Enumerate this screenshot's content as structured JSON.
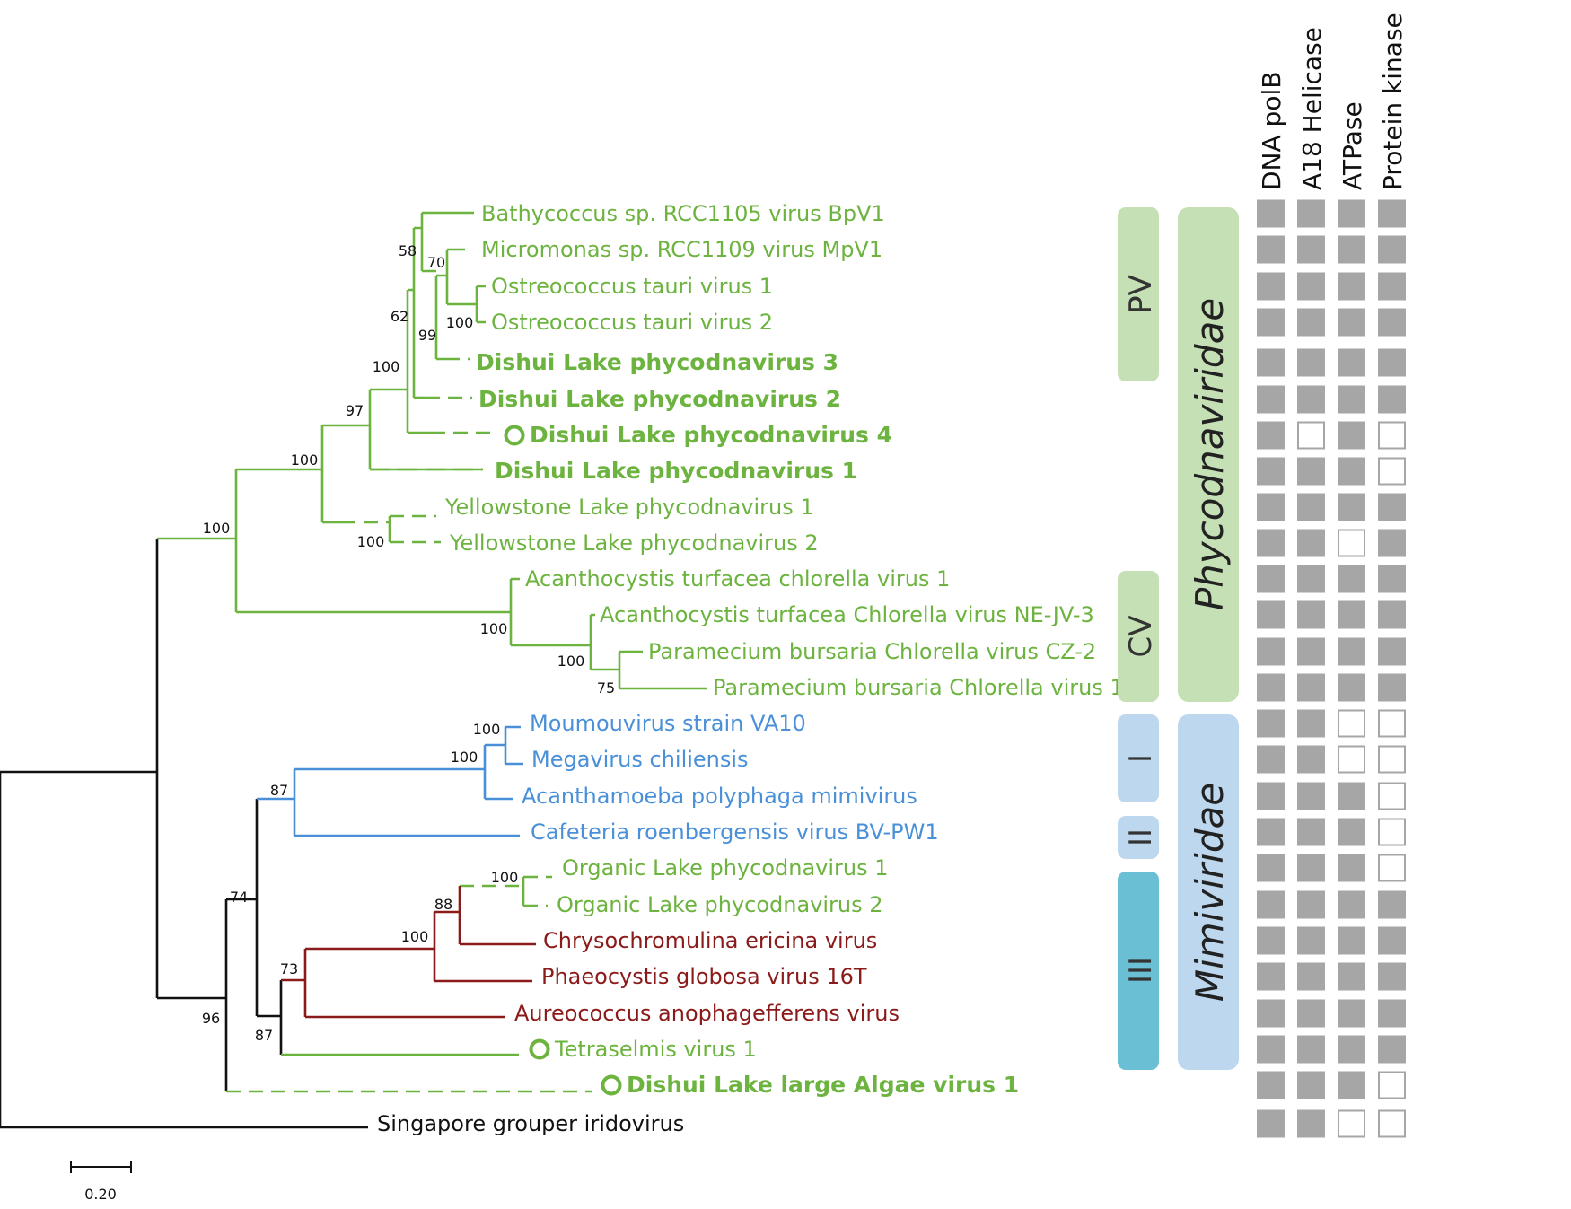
{
  "colors": {
    "phyco": "#6db33f",
    "mimi": "#4a90d9",
    "prym": "#8b1a1a",
    "black": "#111111",
    "pv_box": "#c5e0b4",
    "mimi_box": "#bdd7ee",
    "group3_box": "#6bbfd4",
    "filled_cell": "#a6a6a6",
    "empty_stroke": "#a6a6a6"
  },
  "columns": [
    "DNA polB",
    "A18 Helicase",
    "ATPase",
    "Protein kinase"
  ],
  "leaves": [
    {
      "name": "Bathycoccus sp. RCC1105 virus BpV1",
      "color": "phyco",
      "bold": false,
      "marker": false,
      "genes": [
        1,
        1,
        1,
        1
      ]
    },
    {
      "name": "Micromonas sp. RCC1109 virus MpV1",
      "color": "phyco",
      "bold": false,
      "marker": false,
      "genes": [
        1,
        1,
        1,
        1
      ]
    },
    {
      "name": "Ostreococcus tauri virus 1",
      "color": "phyco",
      "bold": false,
      "marker": false,
      "genes": [
        1,
        1,
        1,
        1
      ]
    },
    {
      "name": "Ostreococcus tauri virus 2",
      "color": "phyco",
      "bold": false,
      "marker": false,
      "genes": [
        1,
        1,
        1,
        1
      ]
    },
    {
      "name": "Dishui Lake phycodnavirus 3",
      "color": "phyco",
      "bold": true,
      "marker": false,
      "genes": [
        1,
        1,
        1,
        1
      ]
    },
    {
      "name": "Dishui Lake phycodnavirus 2",
      "color": "phyco",
      "bold": true,
      "marker": false,
      "genes": [
        1,
        1,
        1,
        1
      ]
    },
    {
      "name": "Dishui Lake phycodnavirus 4",
      "color": "phyco",
      "bold": true,
      "marker": true,
      "genes": [
        1,
        0,
        1,
        0
      ]
    },
    {
      "name": "Dishui Lake phycodnavirus 1",
      "color": "phyco",
      "bold": true,
      "marker": false,
      "genes": [
        1,
        1,
        1,
        0
      ]
    },
    {
      "name": "Yellowstone Lake phycodnavirus 1",
      "color": "phyco",
      "bold": false,
      "marker": false,
      "genes": [
        1,
        1,
        1,
        1
      ]
    },
    {
      "name": "Yellowstone Lake phycodnavirus 2",
      "color": "phyco",
      "bold": false,
      "marker": false,
      "genes": [
        1,
        1,
        0,
        1
      ]
    },
    {
      "name": "Acanthocystis turfacea chlorella virus 1",
      "color": "phyco",
      "bold": false,
      "marker": false,
      "genes": [
        1,
        1,
        1,
        1
      ]
    },
    {
      "name": "Acanthocystis turfacea Chlorella virus NE-JV-3",
      "color": "phyco",
      "bold": false,
      "marker": false,
      "genes": [
        1,
        1,
        1,
        1
      ]
    },
    {
      "name": "Paramecium bursaria Chlorella virus CZ-2",
      "color": "phyco",
      "bold": false,
      "marker": false,
      "genes": [
        1,
        1,
        1,
        1
      ]
    },
    {
      "name": "Paramecium bursaria Chlorella virus 1",
      "color": "phyco",
      "bold": false,
      "marker": false,
      "genes": [
        1,
        1,
        1,
        1
      ]
    },
    {
      "name": "Moumouvirus strain VA10",
      "color": "mimi",
      "bold": false,
      "marker": false,
      "genes": [
        1,
        1,
        0,
        0
      ]
    },
    {
      "name": "Megavirus chiliensis",
      "color": "mimi",
      "bold": false,
      "marker": false,
      "genes": [
        1,
        1,
        0,
        0
      ]
    },
    {
      "name": "Acanthamoeba polyphaga mimivirus",
      "color": "mimi",
      "bold": false,
      "marker": false,
      "genes": [
        1,
        1,
        1,
        0
      ]
    },
    {
      "name": "Cafeteria roenbergensis virus BV-PW1",
      "color": "mimi",
      "bold": false,
      "marker": false,
      "genes": [
        1,
        1,
        1,
        0
      ]
    },
    {
      "name": "Organic Lake phycodnavirus 1",
      "color": "phyco",
      "bold": false,
      "marker": false,
      "genes": [
        1,
        1,
        1,
        0
      ]
    },
    {
      "name": "Organic Lake phycodnavirus 2",
      "color": "phyco",
      "bold": false,
      "marker": false,
      "genes": [
        1,
        1,
        1,
        1
      ]
    },
    {
      "name": "Chrysochromulina ericina virus",
      "color": "prym",
      "bold": false,
      "marker": false,
      "genes": [
        1,
        1,
        1,
        1
      ]
    },
    {
      "name": "Phaeocystis globosa virus 16T",
      "color": "prym",
      "bold": false,
      "marker": false,
      "genes": [
        1,
        1,
        1,
        1
      ]
    },
    {
      "name": "Aureococcus anophagefferens virus",
      "color": "prym",
      "bold": false,
      "marker": false,
      "genes": [
        1,
        1,
        1,
        1
      ]
    },
    {
      "name": "Tetraselmis virus 1",
      "color": "phyco",
      "bold": false,
      "marker": true,
      "genes": [
        1,
        1,
        1,
        1
      ]
    },
    {
      "name": "Dishui Lake large Algae virus 1",
      "color": "phyco",
      "bold": true,
      "marker": true,
      "genes": [
        1,
        1,
        1,
        0
      ]
    },
    {
      "name": "Singapore grouper iridovirus",
      "color": "black",
      "bold": false,
      "marker": false,
      "genes": [
        1,
        1,
        0,
        0
      ]
    }
  ],
  "support_values": [
    "58",
    "70",
    "100",
    "99",
    "62",
    "100",
    "97",
    "100",
    "100",
    "100",
    "100",
    "100",
    "75",
    "100",
    "100",
    "87",
    "100",
    "88",
    "100",
    "73",
    "87",
    "74",
    "96"
  ],
  "groups": [
    "PV",
    "CV",
    "I",
    "II",
    "III"
  ],
  "families": [
    "Phycodnaviridae",
    "Mimiviridae"
  ],
  "scale_bar": {
    "label": "0.20",
    "value": 0.2
  }
}
